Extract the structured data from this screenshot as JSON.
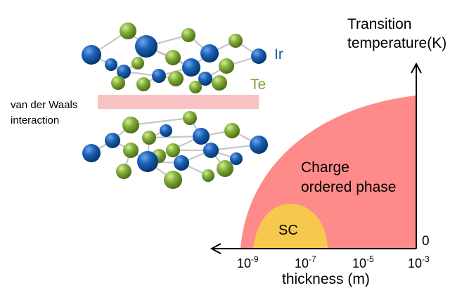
{
  "labels": {
    "ir": "Ir",
    "te": "Te",
    "vdw_line1": "van der Waals",
    "vdw_line2": "interaction",
    "y_title_line1": "Transition",
    "y_title_line2": "temperature(K)",
    "zero": "0",
    "cdw_line1": "Charge",
    "cdw_line2": "ordered phase",
    "sc": "SC",
    "x_title": "thickness (m)"
  },
  "x_ticks": [
    {
      "base": "10",
      "exp": "-9"
    },
    {
      "base": "10",
      "exp": "-7"
    },
    {
      "base": "10",
      "exp": "-5"
    },
    {
      "base": "10",
      "exp": "-3"
    }
  ],
  "colors": {
    "ir": "#0d5aa8",
    "te": "#7aa82e",
    "charge_ordered": "#ff8a8a",
    "sc": "#f7c84e",
    "vdw_band": "#f9c3c3",
    "axis": "#000000",
    "bond": "#c7c7c7"
  }
}
